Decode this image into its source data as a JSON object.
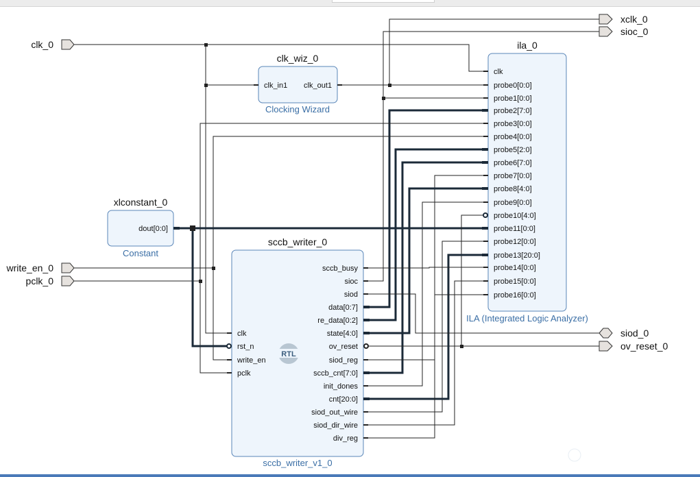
{
  "external_ports": {
    "left": [
      {
        "label": "clk_0"
      },
      {
        "label": "write_en_0"
      },
      {
        "label": "pclk_0"
      }
    ],
    "right": [
      {
        "label": "xclk_0"
      },
      {
        "label": "sioc_0"
      },
      {
        "label": "siod_0"
      },
      {
        "label": "ov_reset_0"
      }
    ]
  },
  "blocks": {
    "clk_wiz": {
      "instance": "clk_wiz_0",
      "type": "Clocking Wizard",
      "ports_in": [
        "clk_in1"
      ],
      "ports_out": [
        "clk_out1"
      ]
    },
    "xlconstant": {
      "instance": "xlconstant_0",
      "type": "Constant",
      "ports_out": [
        "dout[0:0]"
      ]
    },
    "sccb_writer": {
      "instance": "sccb_writer_0",
      "type": "sccb_writer_v1_0",
      "badge": "RTL",
      "ports_in": [
        "clk",
        "rst_n",
        "write_en",
        "pclk"
      ],
      "ports_out": [
        "sccb_busy",
        "sioc",
        "siod",
        "data[0:7]",
        "re_data[0:2]",
        "state[4:0]",
        "ov_reset",
        "siod_reg",
        "sccb_cnt[7:0]",
        "init_dones",
        "cnt[20:0]",
        "siod_out_wire",
        "siod_dir_wire",
        "div_reg"
      ]
    },
    "ila": {
      "instance": "ila_0",
      "type": "ILA (Integrated Logic Analyzer)",
      "ports_in": [
        "clk",
        "probe0[0:0]",
        "probe1[0:0]",
        "probe2[7:0]",
        "probe3[0:0]",
        "probe4[0:0]",
        "probe5[2:0]",
        "probe6[7:0]",
        "probe7[0:0]",
        "probe8[4:0]",
        "probe9[0:0]",
        "probe10[4:0]",
        "probe11[0:0]",
        "probe12[0:0]",
        "probe13[20:0]",
        "probe14[0:0]",
        "probe15[0:0]",
        "probe16[0:0]"
      ]
    }
  },
  "colors": {
    "block_fill": "#eef5fc",
    "block_border": "#5a86b8",
    "type_label": "#3a6ea5",
    "wire": "#222222",
    "bus": "#1b2a38",
    "port_fill": "#e6e2de"
  }
}
